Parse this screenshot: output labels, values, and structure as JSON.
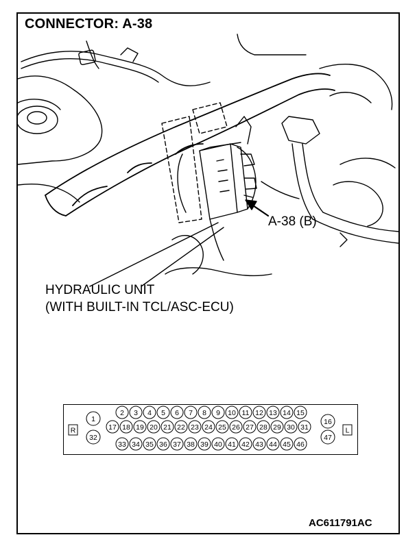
{
  "title": "CONNECTOR: A-38",
  "callout": "A-38 (B)",
  "component_label": {
    "line1": "HYDRAULIC UNIT",
    "line2": "(WITH BUILT-IN TCL/ASC-ECU)"
  },
  "connector": {
    "left_marker": "R",
    "right_marker": "L",
    "row1": [
      "2",
      "3",
      "4",
      "5",
      "6",
      "7",
      "8",
      "9",
      "10",
      "11",
      "12",
      "13",
      "14",
      "15"
    ],
    "row2": [
      "17",
      "18",
      "19",
      "20",
      "21",
      "22",
      "23",
      "24",
      "25",
      "26",
      "27",
      "28",
      "29",
      "30",
      "31"
    ],
    "row3": [
      "33",
      "34",
      "35",
      "36",
      "37",
      "38",
      "39",
      "40",
      "41",
      "42",
      "43",
      "44",
      "45",
      "46"
    ],
    "left_pins": [
      "1",
      "32"
    ],
    "right_pins": [
      "16",
      "47"
    ]
  },
  "figure_code": "AC611791AC"
}
